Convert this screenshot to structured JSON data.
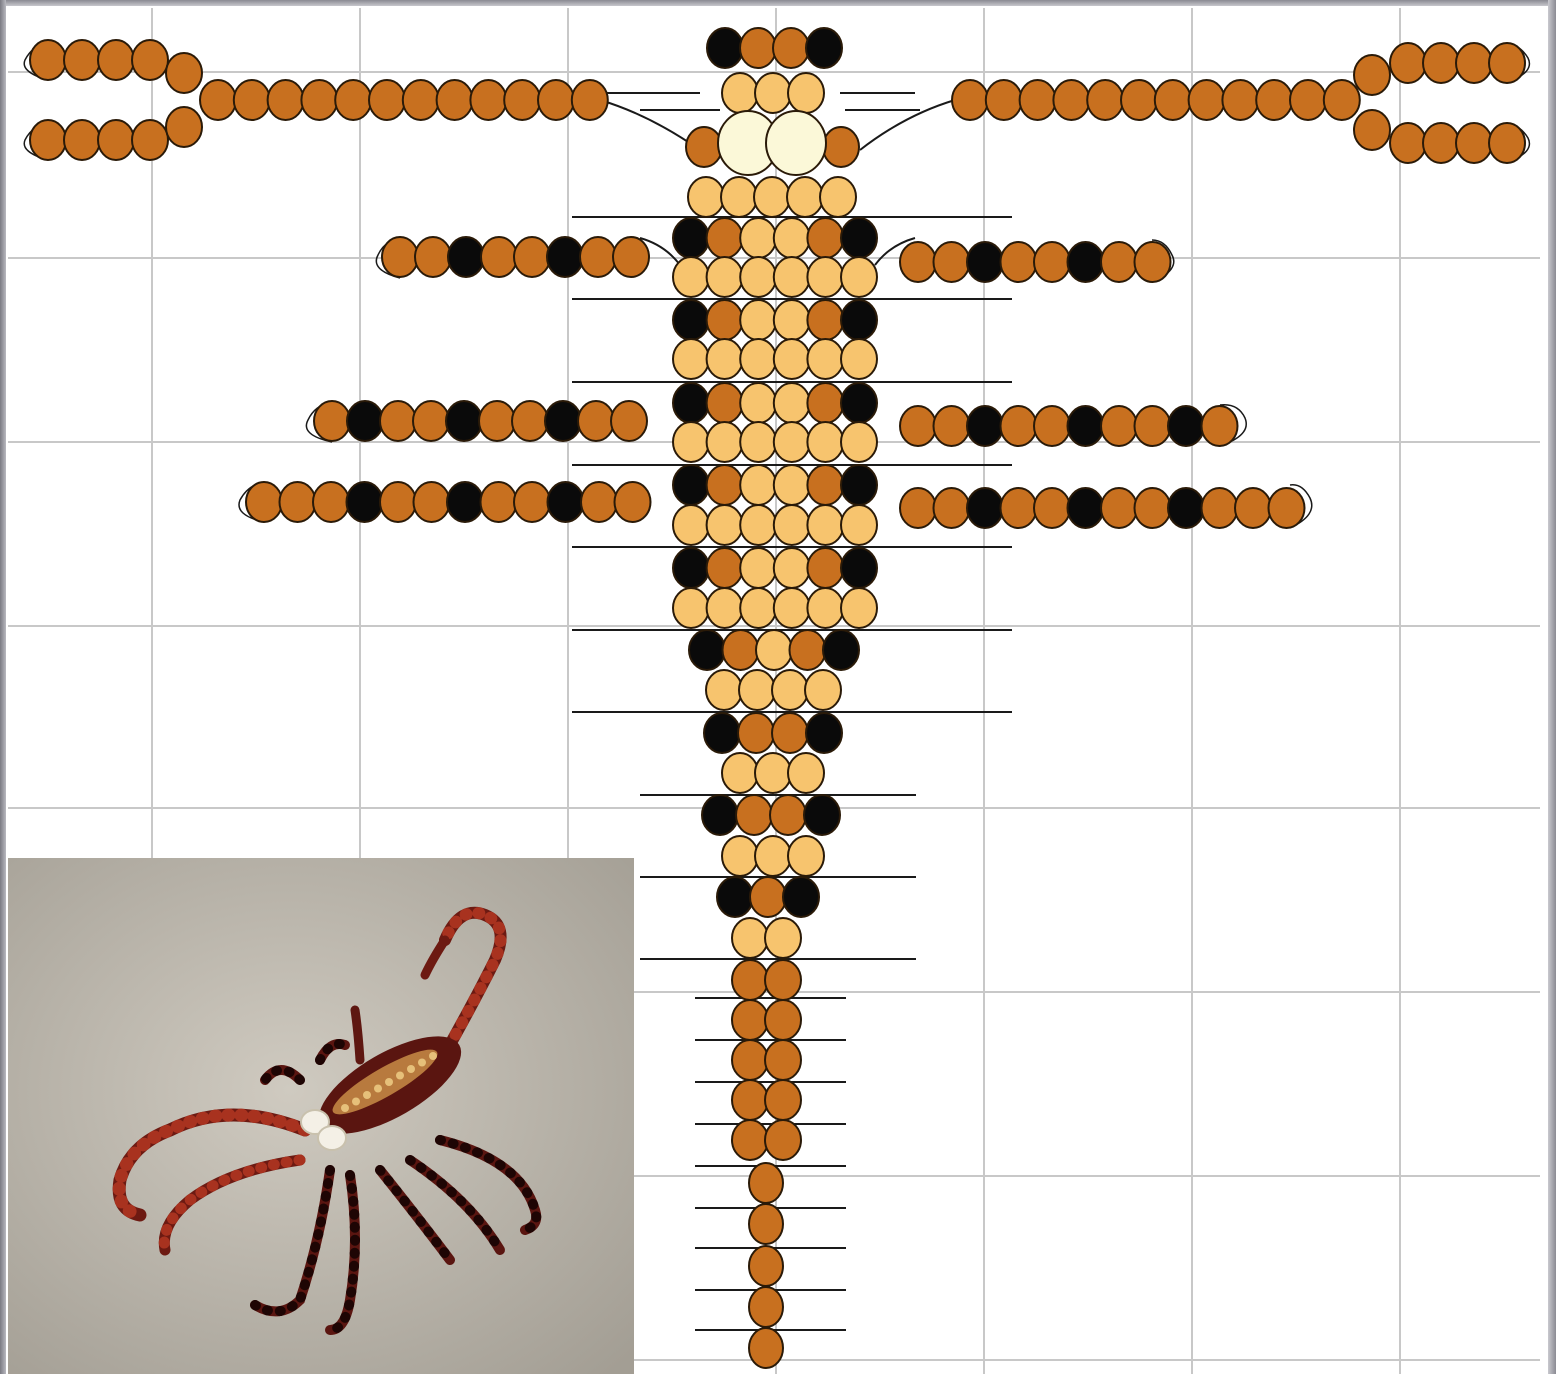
{
  "colors": {
    "background": "#ffffff",
    "grid": "#c8c8c8",
    "wire": "#1a1a1a",
    "bead_dark_orange": "#c8701f",
    "bead_light": "#f7c46e",
    "bead_black": "#0a0a0a",
    "bead_pearl": "#fbf8d8",
    "bead_outline": "#2a1a08",
    "photo_background": "#b7b2a6"
  },
  "diagram": {
    "subject": "scorpion",
    "icon": "scorpion-bead-pattern"
  },
  "photo": {
    "icon": "beaded-scorpion-photo"
  }
}
